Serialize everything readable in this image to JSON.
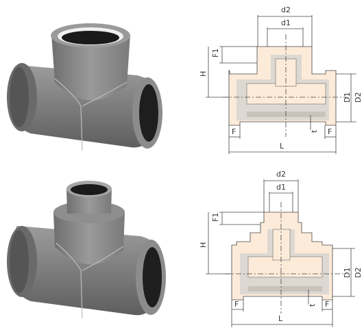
{
  "figures": [
    {
      "photo": {
        "description_icon": "equal-tee-fitting"
      },
      "drawing": {
        "labels": {
          "d2": "d2",
          "d1": "d1",
          "F1": "F1",
          "H": "H",
          "D1": "D1",
          "D2": "D2",
          "F_left": "F",
          "F_right": "F",
          "t": "t",
          "L": "L"
        }
      }
    },
    {
      "photo": {
        "description_icon": "reducing-tee-fitting"
      },
      "drawing": {
        "labels": {
          "d2": "d2",
          "d1": "d1",
          "F1": "F1",
          "H": "H",
          "D1": "D1",
          "D2": "D2",
          "F_left": "F",
          "F_right": "F",
          "t": "t",
          "L": "L"
        }
      }
    }
  ],
  "colors": {
    "fitting_body": "#8a8a8a",
    "section_fill": "#fcebd9",
    "section_edge": "#d9b99a",
    "inner_shade": "#d8d8d8",
    "dim_line": "#444444"
  }
}
